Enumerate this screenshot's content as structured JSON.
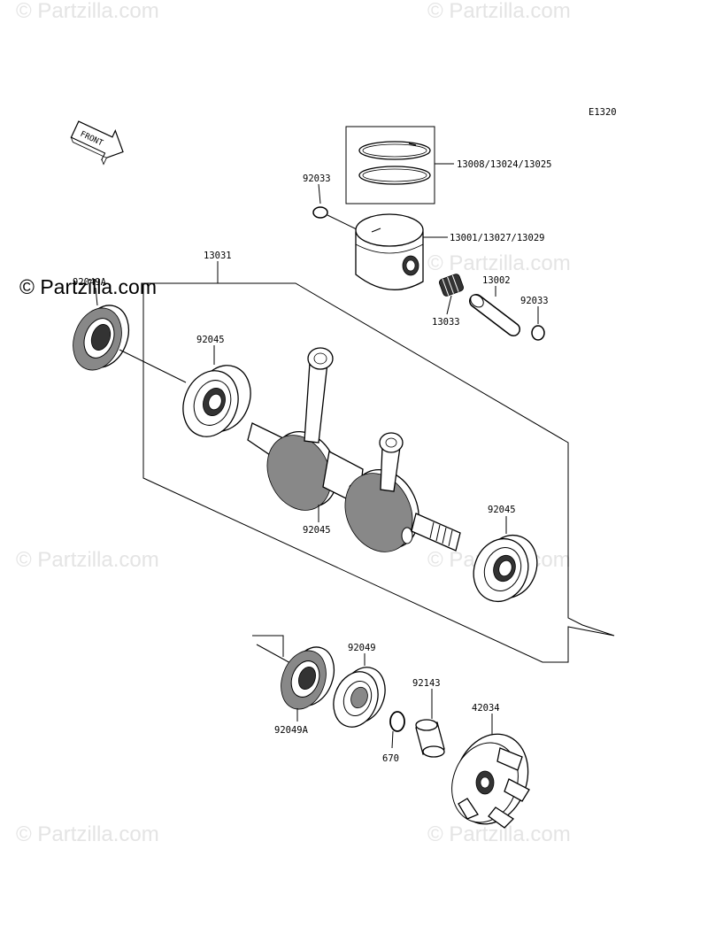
{
  "diagram_code": "E1320",
  "front_label": "FRONT",
  "watermark_main": "© Partzilla.com",
  "watermark_faint": "© Partzilla.com",
  "parts": {
    "piston_rings": "13008/13024/13025",
    "clip_top": "92033",
    "piston": "13001/13027/13029",
    "crankshaft": "13031",
    "oil_seal_top": "92049A",
    "bearing_left": "92045",
    "needle_bearing": "13033",
    "piston_pin": "13002",
    "clip_right": "92033",
    "bearing_center": "92045",
    "bearing_right": "92045",
    "oil_seal_bottom_label": "92049",
    "oil_seal_bottom": "92049A",
    "o_ring": "670",
    "collar": "92143",
    "coupling": "42034"
  }
}
